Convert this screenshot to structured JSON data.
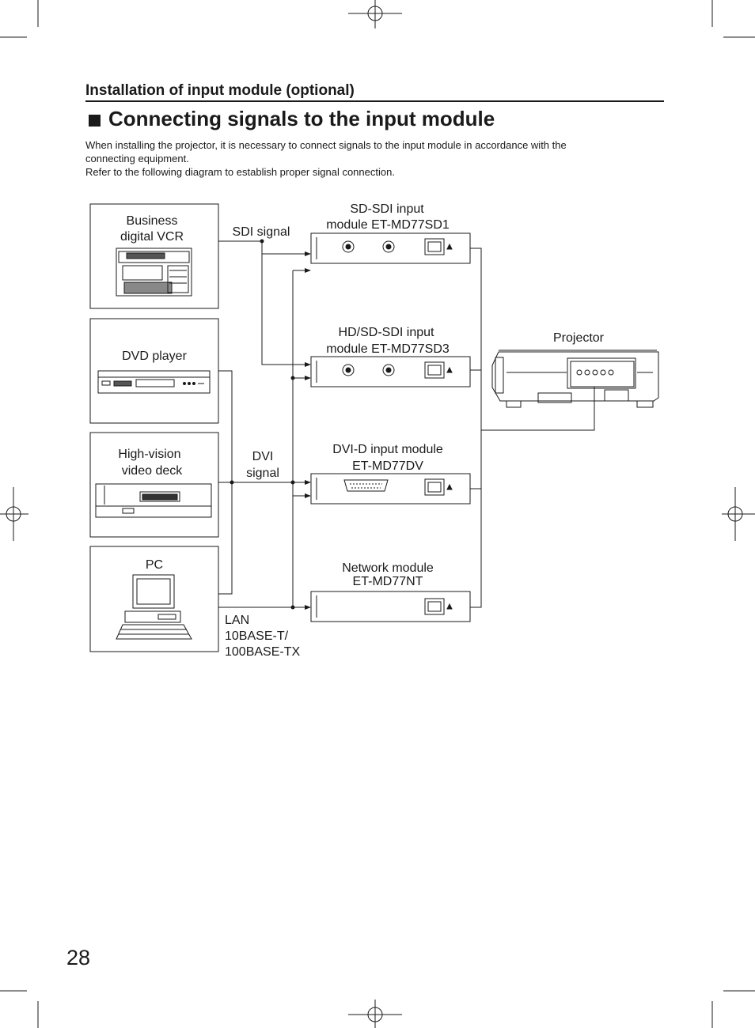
{
  "section_heading": "Installation of input module (optional)",
  "title": "Connecting signals to the input module",
  "intro": {
    "line1": "When installing the projector, it is necessary to connect signals to the input module in accordance with the",
    "line2": "connecting equipment.",
    "line3": "Refer to the following diagram to establish proper signal connection."
  },
  "devices": {
    "vcr": [
      "Business",
      "digital VCR"
    ],
    "dvd": "DVD player",
    "hv_deck": [
      "High-vision",
      "video deck"
    ],
    "pc": "PC",
    "projector": "Projector"
  },
  "signals": {
    "sdi": "SDI signal",
    "dvi": [
      "DVI",
      "signal"
    ],
    "lan": [
      "LAN",
      "10BASE-T/",
      "100BASE-TX"
    ]
  },
  "modules": {
    "sd1": [
      "SD-SDI input",
      "module ET-MD77SD1"
    ],
    "sd3": [
      "HD/SD-SDI input",
      "module ET-MD77SD3"
    ],
    "dv": [
      "DVI-D input module",
      "ET-MD77DV"
    ],
    "nt": [
      "Network module",
      "ET-MD77NT"
    ]
  },
  "page_number": "28"
}
